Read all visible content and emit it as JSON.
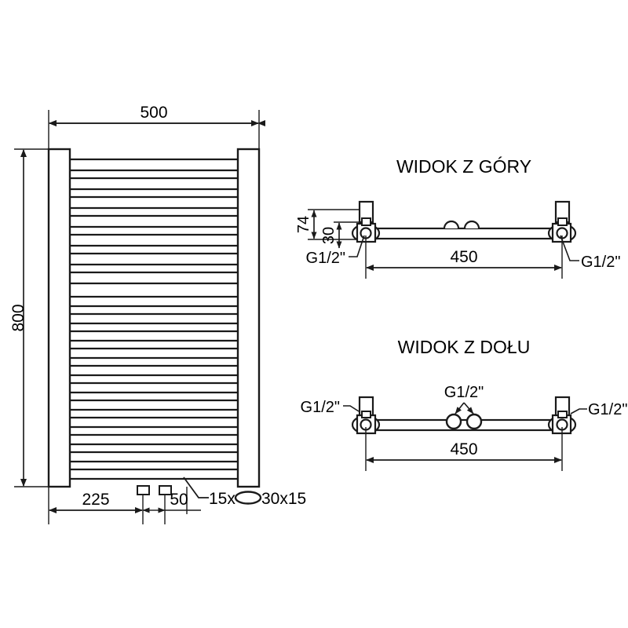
{
  "drawing": {
    "title": "Radiator technical drawing",
    "units": "mm",
    "line_color": "#1a1a1a",
    "background": "#ffffff"
  },
  "front_view": {
    "width_label": "500",
    "height_label": "800",
    "offset_label": "225",
    "spacing_label": "50",
    "tube_spec_label": "15x",
    "tube_spec_size": "30x15",
    "oval_symbol": "oval-profile-icon"
  },
  "top_view": {
    "title": "WIDOK Z GÓRY",
    "depth_label": "74",
    "inner_depth_label": "30",
    "span_label": "450",
    "thread_left": "G1/2\"",
    "thread_right": "G1/2\""
  },
  "bottom_view": {
    "title": "WIDOK Z DOŁU",
    "span_label": "450",
    "thread_left": "G1/2\"",
    "thread_right": "G1/2\"",
    "thread_center": "G1/2\""
  }
}
